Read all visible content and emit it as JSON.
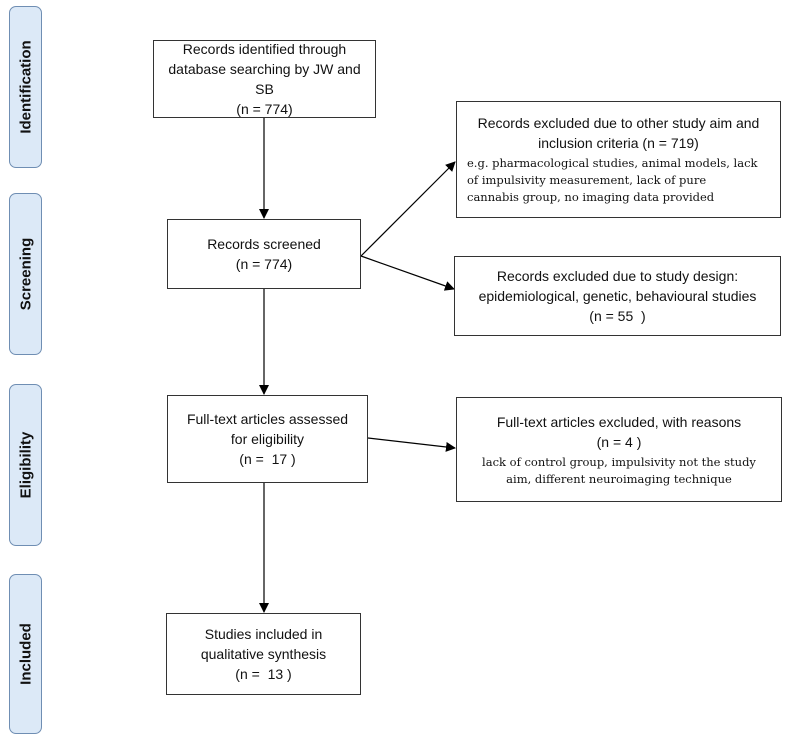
{
  "stages": {
    "identification": "Identification",
    "screening": "Screening",
    "eligibility": "Eligibility",
    "included": "Included"
  },
  "boxes": {
    "identified": {
      "line1": "Records identified through",
      "line2": "database searching by JW and SB",
      "count": "(n = 774)"
    },
    "excluded_aim": {
      "line1": "Records excluded due to other study aim and",
      "line2": "inclusion criteria (n = 719)",
      "note1": "e.g. pharmacological studies, animal models, lack",
      "note2": "of impulsivity measurement, lack of pure",
      "note3": "cannabis group, no imaging data provided"
    },
    "screened": {
      "line1": "Records screened",
      "count": "(n = 774)"
    },
    "excluded_design": {
      "line1": "Records excluded due to study design:",
      "line2": "epidemiological, genetic, behavioural studies",
      "count": "(n = 55  )"
    },
    "fulltext": {
      "line1": "Full-text articles assessed",
      "line2": "for eligibility",
      "count": "(n =  17 )"
    },
    "fulltext_excluded": {
      "line1": "Full-text articles excluded, with reasons",
      "count": "(n = 4 )",
      "note1": "lack of control group, impulsivity not the study",
      "note2": "aim, different neuroimaging technique"
    },
    "included": {
      "line1": "Studies included in",
      "line2": "qualitative synthesis",
      "count": "(n =  13 )"
    }
  }
}
